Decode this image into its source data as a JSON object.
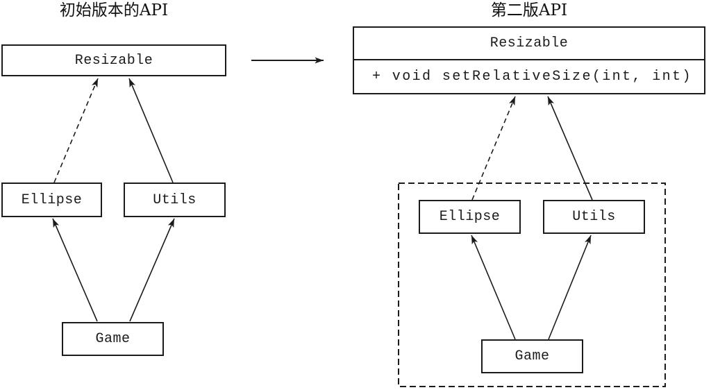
{
  "left_diagram": {
    "title": "初始版本的API",
    "resizable_label": "Resizable",
    "ellipse_label": "Ellipse",
    "utils_label": "Utils",
    "game_label": "Game"
  },
  "right_diagram": {
    "title": "第二版API",
    "resizable_label": "Resizable",
    "resizable_method": "+ void setRelativeSize(int, int)",
    "ellipse_label": "Ellipse",
    "utils_label": "Utils",
    "game_label": "Game"
  },
  "edges": {
    "left": [
      {
        "from": "Ellipse",
        "to": "Resizable",
        "style": "dashed"
      },
      {
        "from": "Utils",
        "to": "Resizable",
        "style": "solid"
      },
      {
        "from": "Game",
        "to": "Ellipse",
        "style": "solid"
      },
      {
        "from": "Game",
        "to": "Utils",
        "style": "solid"
      }
    ],
    "right": [
      {
        "from": "Ellipse",
        "to": "Resizable",
        "style": "dashed"
      },
      {
        "from": "Utils",
        "to": "Resizable",
        "style": "solid"
      },
      {
        "from": "Game",
        "to": "Ellipse",
        "style": "solid"
      },
      {
        "from": "Game",
        "to": "Utils",
        "style": "solid"
      }
    ],
    "transform_arrow": {
      "from": "初始版本的API",
      "to": "第二版API",
      "style": "solid"
    }
  },
  "colors": {
    "line": "#1b1b1b",
    "background": "#ffffff"
  }
}
